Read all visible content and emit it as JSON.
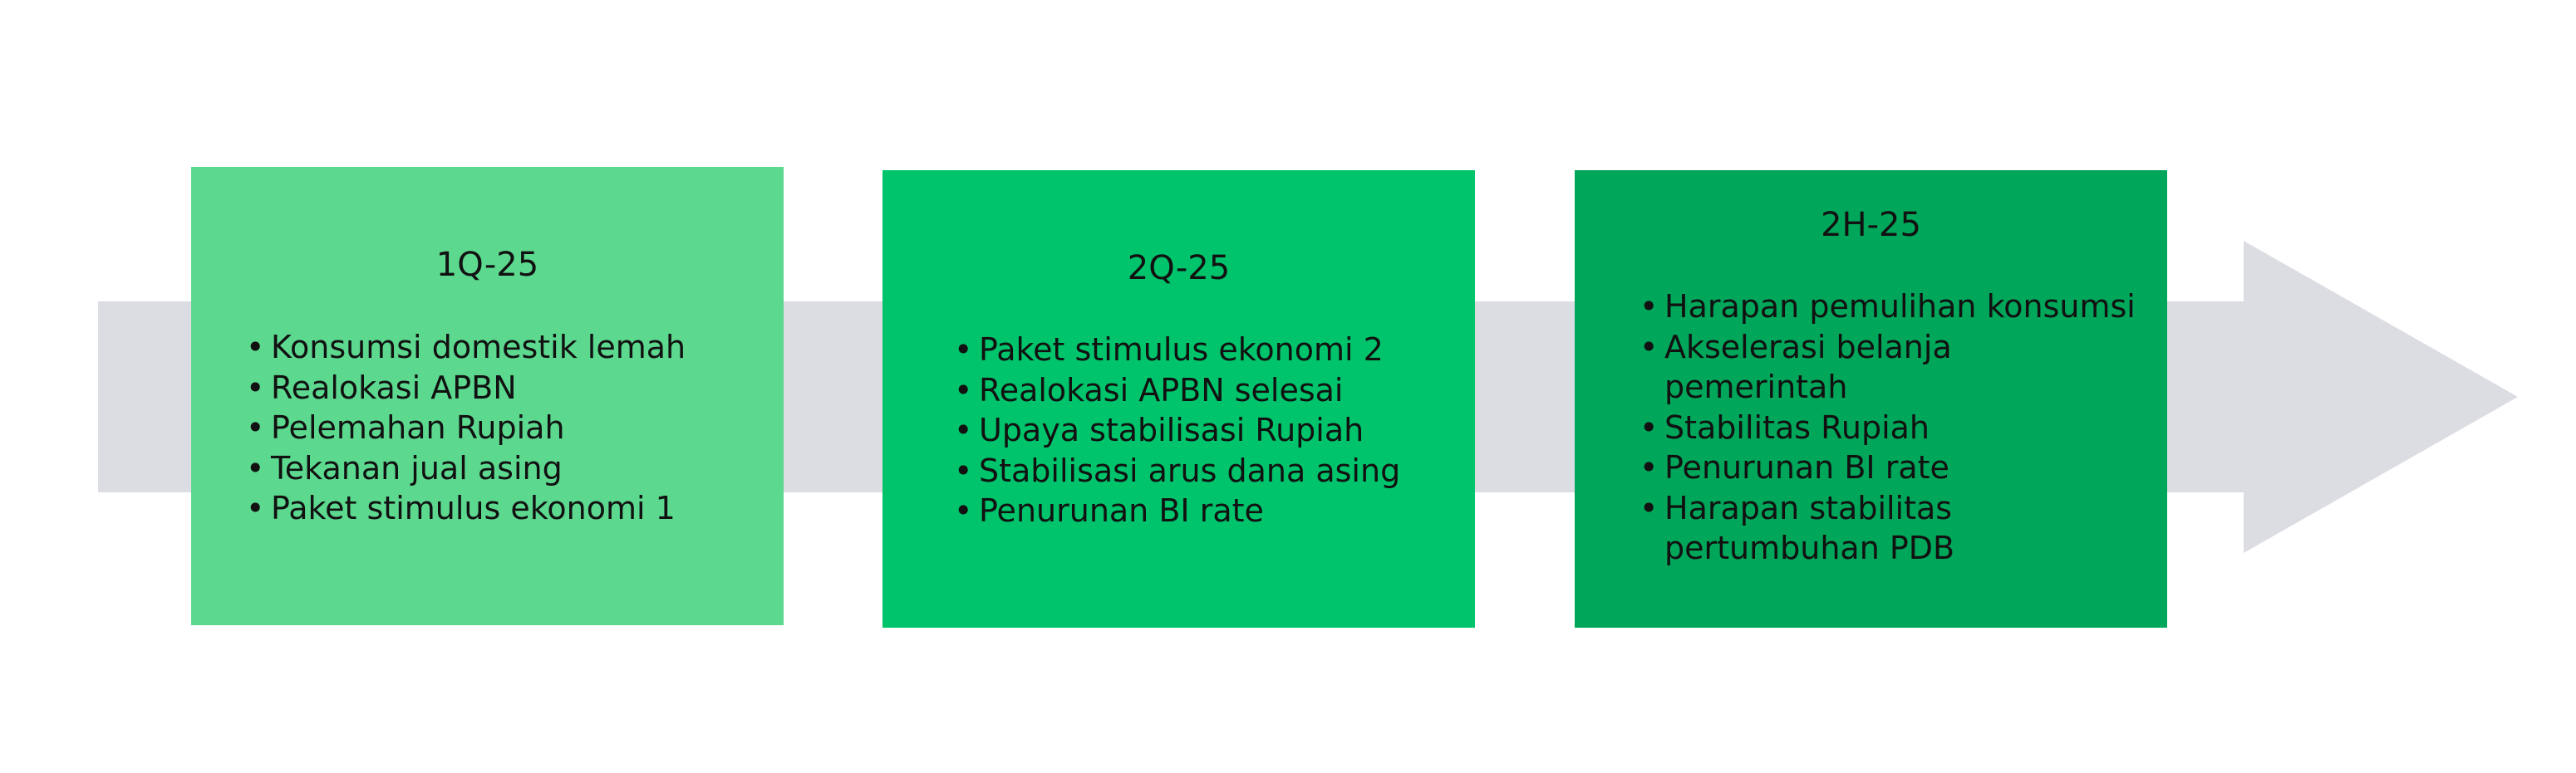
{
  "colors": {
    "arrow": "#dcdde2",
    "box_1": "#5cd98f",
    "box_2": "#00c46b",
    "box_3": "#00a659",
    "text": "#111111"
  },
  "arrow_icon": "right-arrow-band",
  "stages": [
    {
      "title": "1Q-25",
      "items": [
        "Konsumsi domestik lemah",
        "Realokasi APBN",
        "Pelemahan Rupiah",
        "Tekanan jual asing",
        "Paket stimulus ekonomi 1"
      ]
    },
    {
      "title": "2Q-25",
      "items": [
        "Paket stimulus ekonomi 2",
        "Realokasi APBN selesai",
        "Upaya stabilisasi Rupiah",
        "Stabilisasi arus dana asing",
        "Penurunan BI rate"
      ]
    },
    {
      "title": "2H-25",
      "items": [
        "Harapan pemulihan konsumsi",
        "Akselerasi belanja",
        "pemerintah",
        "Stabilitas Rupiah",
        "Penurunan BI rate",
        "Harapan stabilitas",
        "pertumbuhan PDB"
      ]
    }
  ]
}
